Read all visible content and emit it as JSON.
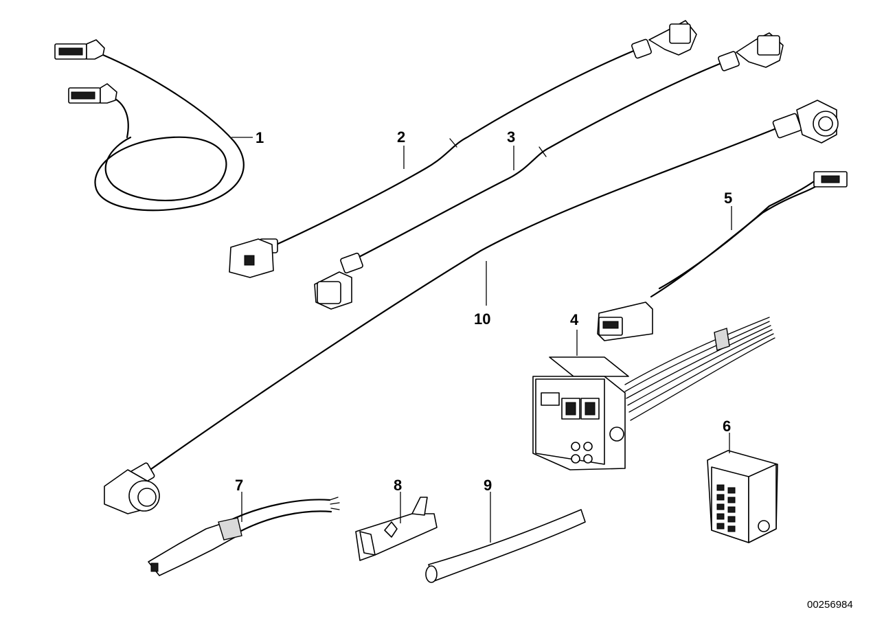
{
  "diagram": {
    "callouts": {
      "c1": "1",
      "c2": "2",
      "c3": "3",
      "c4": "4",
      "c5": "5",
      "c6": "6",
      "c7": "7",
      "c8": "8",
      "c9": "9",
      "c10": "10"
    },
    "document_number": "00256984"
  }
}
